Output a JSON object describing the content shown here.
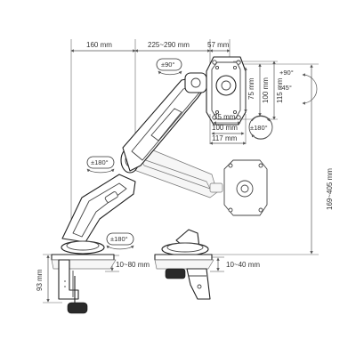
{
  "dimensions": {
    "reach_base": "160 mm",
    "reach_arm": "225~290 mm",
    "vesa_offset": "57 mm",
    "vesa_75_v": "75 mm",
    "vesa_100_v": "100 mm",
    "vesa_115_v": "115 mm",
    "vesa_75_h": "75 mm",
    "vesa_100_h": "100 mm",
    "vesa_117_h": "117 mm",
    "height_range": "169~405 mm",
    "base_height": "93 mm",
    "clamp_range": "10~80 mm",
    "grommet_range": "10~40 mm"
  },
  "rotations": {
    "tilt_up": "+90°",
    "tilt_down": "-45°",
    "top_swivel": "±90°",
    "head_rotate": "±180°",
    "elbow_rotate": "±180°",
    "base_rotate": "±180°"
  },
  "colors": {
    "line": "#222222",
    "dim": "#555555",
    "fill": "#ffffff"
  }
}
